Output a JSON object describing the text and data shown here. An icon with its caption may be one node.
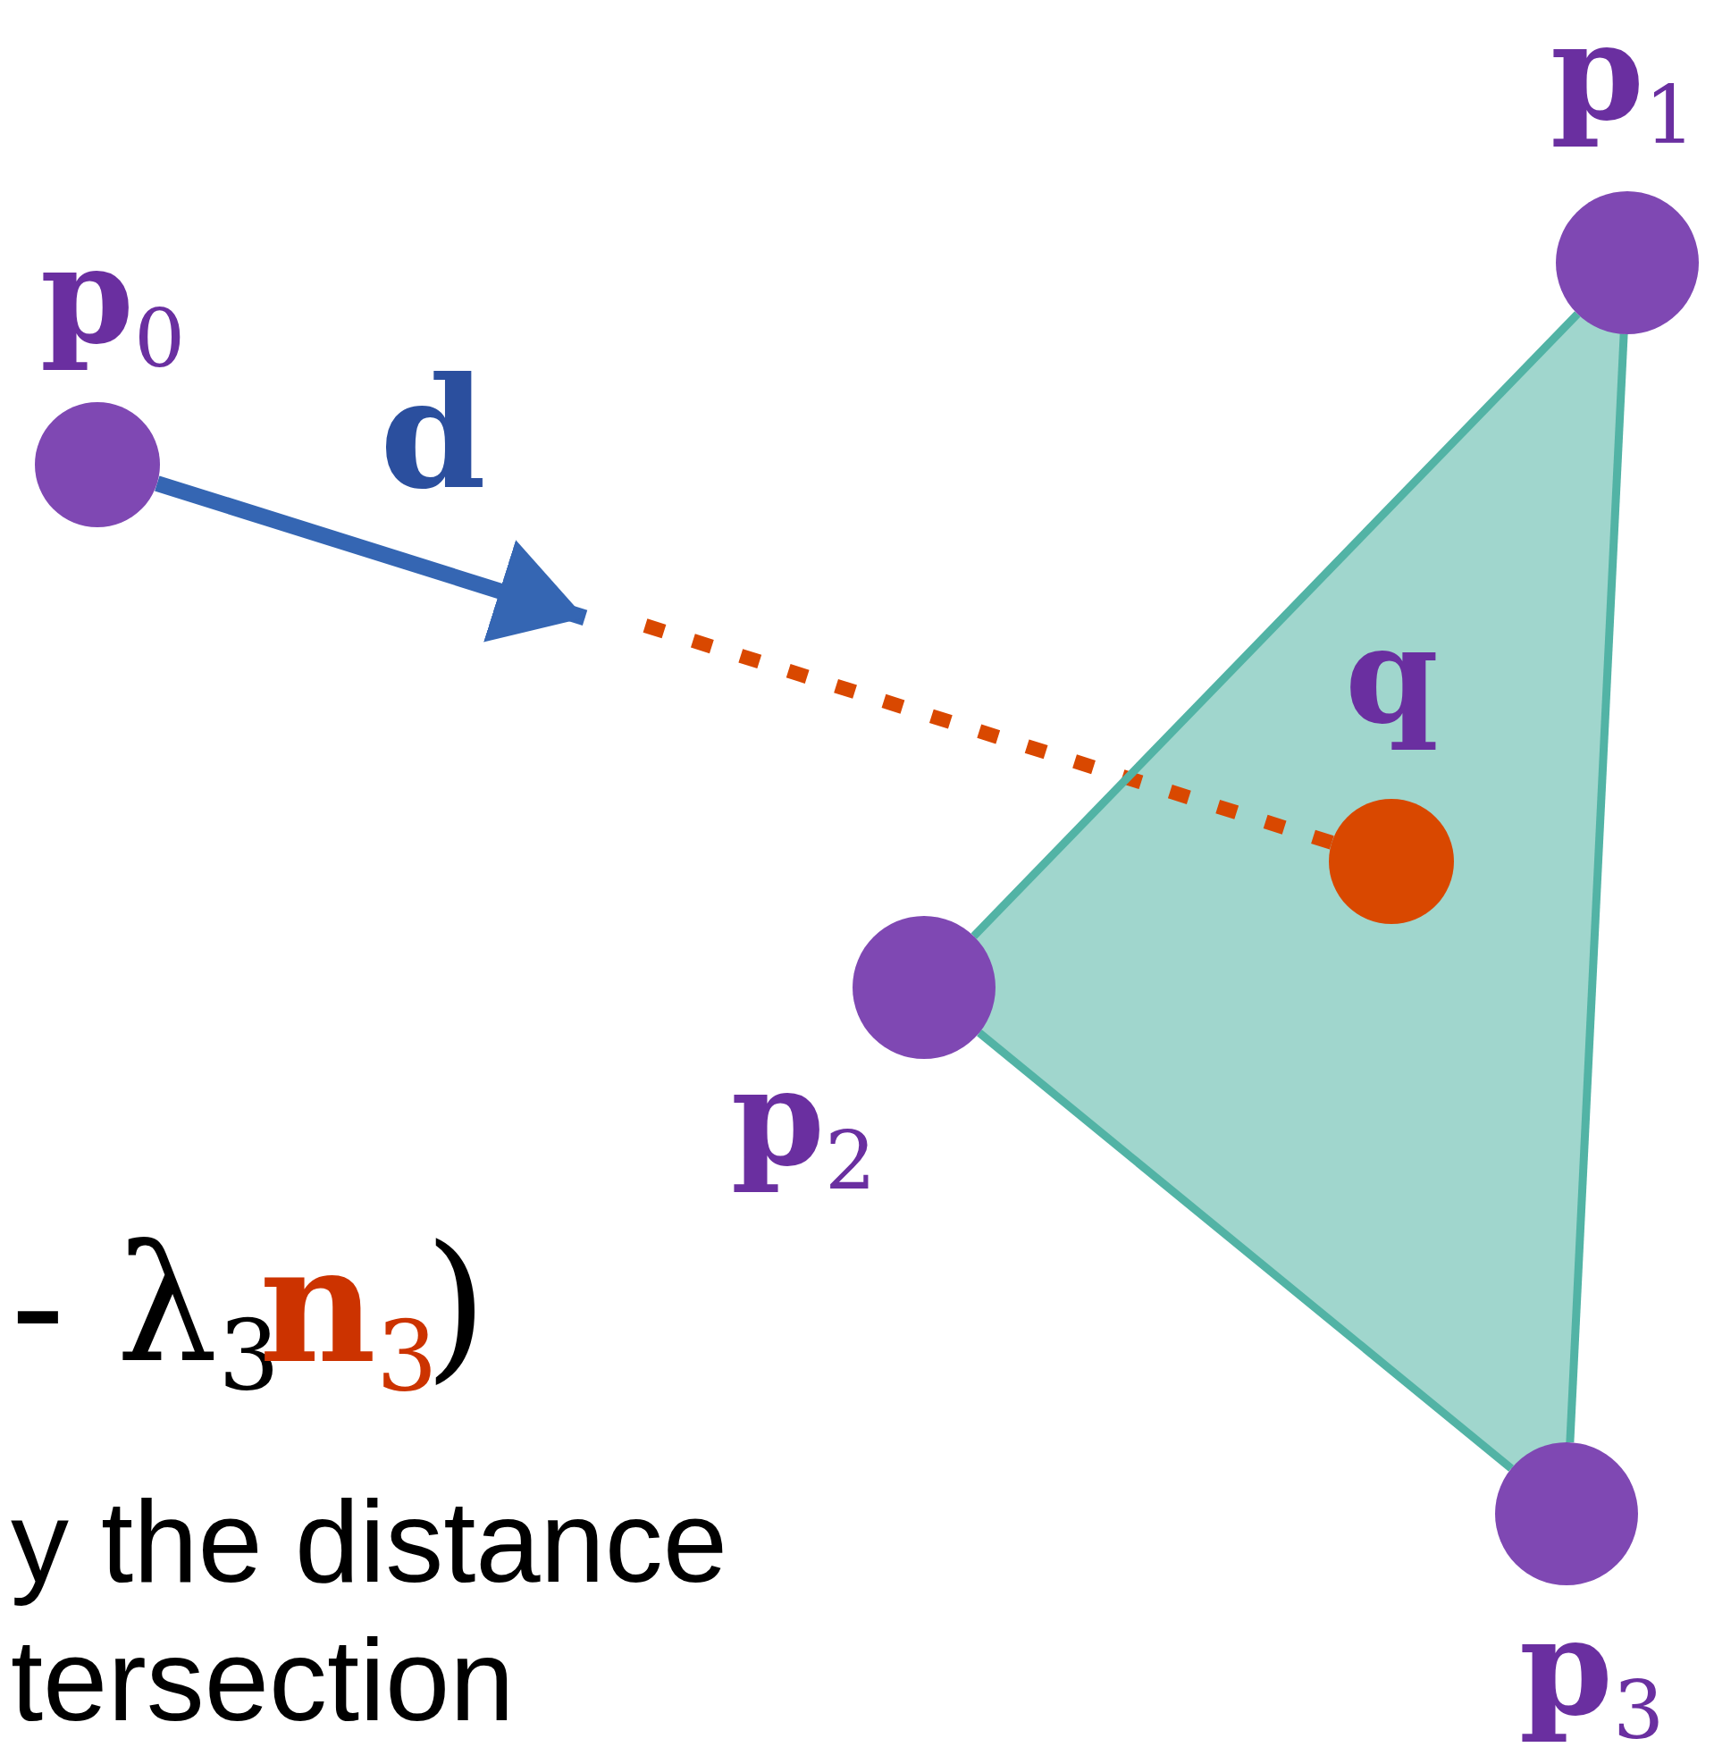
{
  "diagram": {
    "nodes": [
      {
        "text": [
          "**p**$_{0}$"
        ]
      },
      {
        "text": [
          "**p**$_{1}$"
        ]
      },
      {
        "text": [
          "**p**$_{2}$"
        ]
      },
      {
        "text": [
          "**p**$_{3}$"
        ]
      },
      {
        "text": [
          "**q**"
        ]
      }
    ],
    "edges": [
      {
        "from": 0,
        "to": null,
        "arrow": "to",
        "label": "**d**",
        "style": "thick",
        "color": "#3566b3"
      },
      {
        "from": null,
        "to": 4,
        "arrow": "none",
        "style": "dashed",
        "color": "#d94800"
      },
      {
        "from": 1,
        "to": 2,
        "arrow": "none",
        "color": "#52b3a5"
      },
      {
        "from": 2,
        "to": 3,
        "arrow": "none",
        "color": "#52b3a5"
      },
      {
        "from": 3,
        "to": 1,
        "arrow": "none",
        "color": "#52b3a5"
      }
    ],
    "labels": [
      "- λ$_{3}$",
      "**n**$_{3}$",
      ")",
      "y the distance",
      "tersection"
    ]
  }
}
